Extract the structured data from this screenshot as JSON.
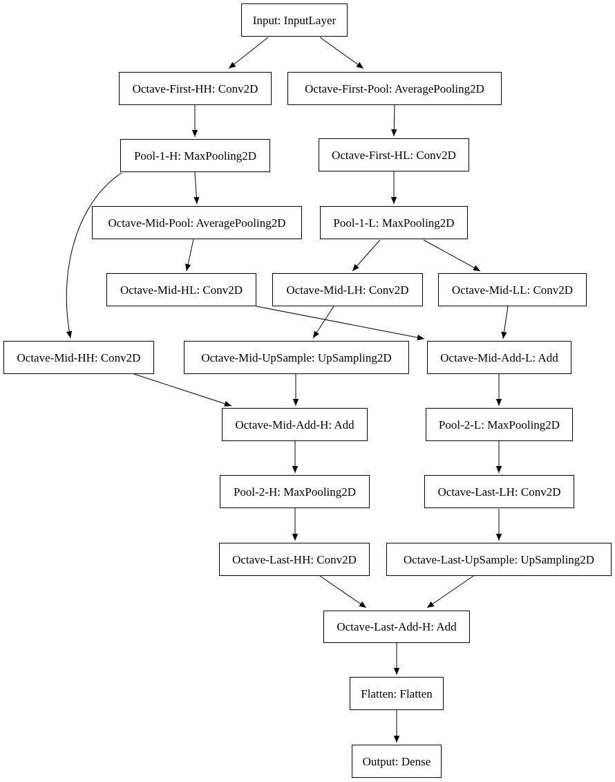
{
  "colors": {
    "background": "#ffffff",
    "node_fill": "#ffffff",
    "node_border": "#000000",
    "edge": "#000000"
  },
  "nodes": [
    {
      "id": "input",
      "label": "Input: InputLayer"
    },
    {
      "id": "octave-first-hh",
      "label": "Octave-First-HH: Conv2D"
    },
    {
      "id": "octave-first-pool",
      "label": "Octave-First-Pool: AveragePooling2D"
    },
    {
      "id": "pool-1-h",
      "label": "Pool-1-H: MaxPooling2D"
    },
    {
      "id": "octave-first-hl",
      "label": "Octave-First-HL: Conv2D"
    },
    {
      "id": "octave-mid-pool",
      "label": "Octave-Mid-Pool: AveragePooling2D"
    },
    {
      "id": "pool-1-l",
      "label": "Pool-1-L: MaxPooling2D"
    },
    {
      "id": "octave-mid-hl",
      "label": "Octave-Mid-HL: Conv2D"
    },
    {
      "id": "octave-mid-lh",
      "label": "Octave-Mid-LH: Conv2D"
    },
    {
      "id": "octave-mid-ll",
      "label": "Octave-Mid-LL: Conv2D"
    },
    {
      "id": "octave-mid-hh",
      "label": "Octave-Mid-HH: Conv2D"
    },
    {
      "id": "octave-mid-upsample",
      "label": "Octave-Mid-UpSample: UpSampling2D"
    },
    {
      "id": "octave-mid-add-l",
      "label": "Octave-Mid-Add-L: Add"
    },
    {
      "id": "octave-mid-add-h",
      "label": "Octave-Mid-Add-H: Add"
    },
    {
      "id": "pool-2-l",
      "label": "Pool-2-L: MaxPooling2D"
    },
    {
      "id": "pool-2-h",
      "label": "Pool-2-H: MaxPooling2D"
    },
    {
      "id": "octave-last-lh",
      "label": "Octave-Last-LH: Conv2D"
    },
    {
      "id": "octave-last-hh",
      "label": "Octave-Last-HH: Conv2D"
    },
    {
      "id": "octave-last-upsample",
      "label": "Octave-Last-UpSample: UpSampling2D"
    },
    {
      "id": "octave-last-add-h",
      "label": "Octave-Last-Add-H: Add"
    },
    {
      "id": "flatten",
      "label": "Flatten: Flatten"
    },
    {
      "id": "output",
      "label": "Output: Dense"
    }
  ],
  "edges": [
    {
      "from": "input",
      "to": "octave-first-hh"
    },
    {
      "from": "input",
      "to": "octave-first-pool"
    },
    {
      "from": "octave-first-hh",
      "to": "pool-1-h"
    },
    {
      "from": "octave-first-pool",
      "to": "octave-first-hl"
    },
    {
      "from": "pool-1-h",
      "to": "octave-mid-pool"
    },
    {
      "from": "pool-1-h",
      "to": "octave-mid-hh"
    },
    {
      "from": "octave-first-hl",
      "to": "pool-1-l"
    },
    {
      "from": "octave-mid-pool",
      "to": "octave-mid-hl"
    },
    {
      "from": "pool-1-l",
      "to": "octave-mid-lh"
    },
    {
      "from": "pool-1-l",
      "to": "octave-mid-ll"
    },
    {
      "from": "octave-mid-hl",
      "to": "octave-mid-add-l"
    },
    {
      "from": "octave-mid-lh",
      "to": "octave-mid-upsample"
    },
    {
      "from": "octave-mid-ll",
      "to": "octave-mid-add-l"
    },
    {
      "from": "octave-mid-hh",
      "to": "octave-mid-add-h"
    },
    {
      "from": "octave-mid-upsample",
      "to": "octave-mid-add-h"
    },
    {
      "from": "octave-mid-add-l",
      "to": "pool-2-l"
    },
    {
      "from": "octave-mid-add-h",
      "to": "pool-2-h"
    },
    {
      "from": "pool-2-l",
      "to": "octave-last-lh"
    },
    {
      "from": "pool-2-h",
      "to": "octave-last-hh"
    },
    {
      "from": "octave-last-lh",
      "to": "octave-last-upsample"
    },
    {
      "from": "octave-last-hh",
      "to": "octave-last-add-h"
    },
    {
      "from": "octave-last-upsample",
      "to": "octave-last-add-h"
    },
    {
      "from": "octave-last-add-h",
      "to": "flatten"
    },
    {
      "from": "flatten",
      "to": "output"
    }
  ]
}
